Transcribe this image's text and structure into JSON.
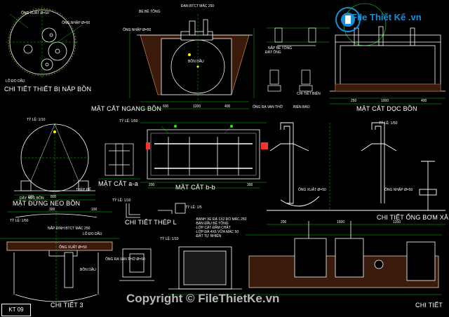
{
  "watermark": "Copyright © FileThietKe.vn",
  "logo": {
    "text": "File Thiết Kế .vn"
  },
  "sheet_code": "KT 09",
  "titles": {
    "nap_bon": "CHI TIẾT THIẾT BỊ NẮP BỒN",
    "ngang_bon": "MẶT CẮT NGANG BỒN",
    "doc_bon": "MẶT CẮT DỌC BỒN",
    "dung_neo": "MẶT ĐỨNG NEO BỒN",
    "cat_aa": "MẶT CẮT a-a",
    "cat_bb": "MẶT CẮT b-b",
    "ong_bom": "CHI TIẾT ỐNG BƠM XĂNG",
    "thep_l": "CHI TIẾT THÉP L",
    "chi_tiet_3": "CHI TIẾT 3",
    "chi_tiet_edge": "CHI TIẾT",
    "chi_tiet_bien": "CHI TIẾT BIÊN"
  },
  "scales": {
    "s1": "TỶ LỆ: 1/10",
    "s2": "TỶ LỆ: 1/50",
    "s3": "TỶ LỆ: 1/50",
    "s4": "TỶ LỆ: 1/10",
    "s5": "TỶ LỆ: 1/50",
    "s6": "TỶ LỆ: 1/10",
    "s7": "TỶ LỆ: 1/5"
  },
  "notes": {
    "ong_xuat": "ỐNG XUẤT Ø=50",
    "ong_nhap": "ỐNG NHẬP Ø=50",
    "lo_dau": "LỖ ĐO DẦU",
    "ong_ra_van": "ỐNG RA VAN THỞ",
    "bon_dau": "BỒN DẦU",
    "thep_nap": "NẮP BÊ TÔNG",
    "ong_nhap_2": "ỐNG NHẬP Ø=50",
    "dan_mac": "ĐAN BTCT MÁC 250",
    "ben_tong": "BỂ BÊ TÔNG",
    "dat_ong": "ĐẶT ỐNG",
    "ghi_chu_1": "-BANH XE ĐÁ 1X2 ĐỔ MÁC 250",
    "ghi_chu_2": "-BÁN ĐẦU BÊ TÔNG",
    "ghi_chu_3": "-LỚP CÁT ĐẦM CHẶT",
    "ghi_chu_4": "-LỚP ĐÁ 4X6 VỮA MÁC 50",
    "ghi_chu_5": "-ĐẤT TỰ NHIÊN",
    "nap_dinh": "NẮP ĐINH BTCT MÁC 250",
    "lo_dau_2": "LỖ ĐO DẦU",
    "ong_xuat_2": "ỐNG XUẤT Ø=50",
    "ong_ra_van_2": "ỐNG RA VAN THỞ Ø=50",
    "bon_dau_2": "BỒN DẦU",
    "day_neo": "DÂY NEO BỒN",
    "thep_bb": "THÉP ĐẾ",
    "ong_xuat_3": "ỐNG XUẤT Ø=50",
    "ong_nhap_3": "ỐNG NHẬP Ø=50",
    "bien_bao": "BIỂN BÁO"
  },
  "dims": {
    "d1": "1200",
    "d2": "600",
    "d3": "400",
    "d4": "200",
    "d5": "300",
    "d6": "1000",
    "d7": "400",
    "d8": "250",
    "d9": "100",
    "d10": "800",
    "d11": "1500",
    "d12": "1200",
    "d13": "200",
    "d14": "300",
    "d15": "100"
  },
  "colors": {
    "line": "#ffffff",
    "green": "#00d400",
    "cyan": "#00d0ff",
    "yellow": "#ffff00",
    "magenta": "#ff00ff",
    "red": "#ff3030"
  }
}
